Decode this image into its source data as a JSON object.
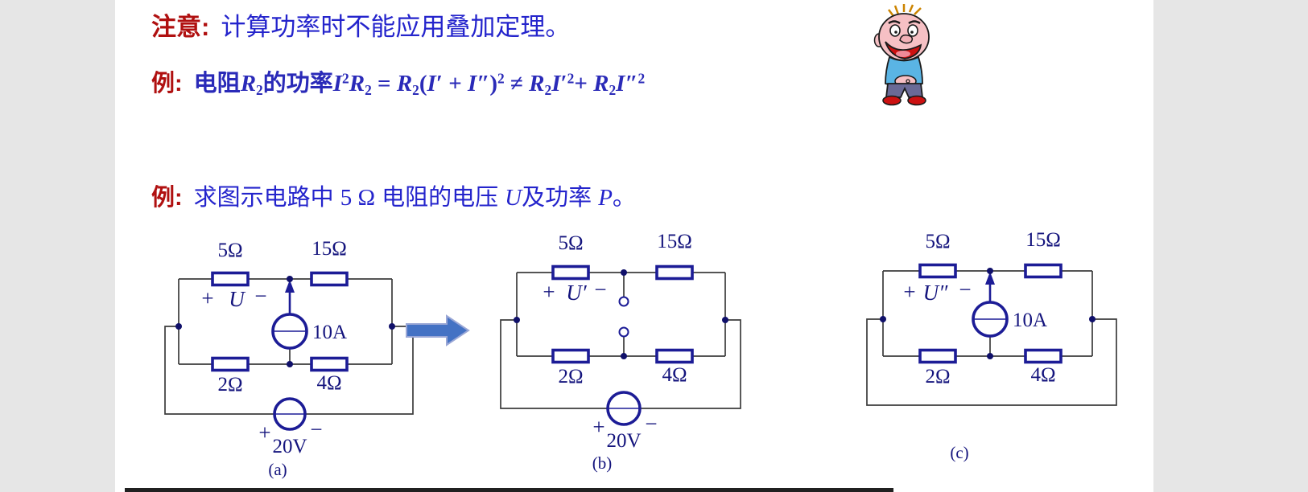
{
  "texts": {
    "note": {
      "label": "注意:",
      "body": "计算功率时不能应用叠加定理。"
    },
    "example1": {
      "label": "例:"
    },
    "example2": {
      "label": "例:",
      "seg1": "求图示电路中 ",
      "seg2": "5 Ω",
      "seg3": " 电阻的电压 ",
      "seg4": "U",
      "seg5": "及功率 ",
      "seg6": "P",
      "seg7": "。"
    }
  },
  "formula_tokens": [
    {
      "t": "cnb",
      "v": "电阻"
    },
    {
      "t": "i",
      "v": "R"
    },
    {
      "t": "sub",
      "v": "2"
    },
    {
      "t": "cnb",
      "v": "的功率"
    },
    {
      "t": "i",
      "v": "I"
    },
    {
      "t": "sup",
      "v": "2"
    },
    {
      "t": "i",
      "v": "R"
    },
    {
      "t": "sub",
      "v": "2"
    },
    {
      "t": "n",
      "v": " = "
    },
    {
      "t": "i",
      "v": "R"
    },
    {
      "t": "sub",
      "v": "2"
    },
    {
      "t": "n",
      "v": "("
    },
    {
      "t": "i",
      "v": "I"
    },
    {
      "t": "n",
      "v": "′ + "
    },
    {
      "t": "i",
      "v": "I"
    },
    {
      "t": "n",
      "v": "″)"
    },
    {
      "t": "sup",
      "v": "2"
    },
    {
      "t": "n",
      "v": " ≠ "
    },
    {
      "t": "i",
      "v": "R"
    },
    {
      "t": "sub",
      "v": "2"
    },
    {
      "t": "i",
      "v": "I"
    },
    {
      "t": "n",
      "v": "′"
    },
    {
      "t": "sup",
      "v": "2"
    },
    {
      "t": "n",
      "v": "+ "
    },
    {
      "t": "i",
      "v": "R"
    },
    {
      "t": "sub",
      "v": "2"
    },
    {
      "t": "i",
      "v": "I"
    },
    {
      "t": "n",
      "v": "″"
    },
    {
      "t": "sup",
      "v": "2"
    }
  ],
  "circuits": {
    "a": {
      "caption": "(a)",
      "r_top_left": "5Ω",
      "r_top_right": "15Ω",
      "r_bottom_left": "2Ω",
      "r_bottom_right": "4Ω",
      "current_source": "10A",
      "voltage_source": "20V",
      "voltage_label": "U",
      "plus": "+",
      "minus": "−"
    },
    "b": {
      "caption": "(b)",
      "r_top_left": "5Ω",
      "r_top_right": "15Ω",
      "r_bottom_left": "2Ω",
      "r_bottom_right": "4Ω",
      "voltage_source": "20V",
      "voltage_label": "U′",
      "plus": "+",
      "minus": "−"
    },
    "c": {
      "caption": "(c)",
      "r_top_left": "5Ω",
      "r_top_right": "15Ω",
      "r_bottom_left": "2Ω",
      "r_bottom_right": "4Ω",
      "current_source": "10A",
      "voltage_label": "U″",
      "plus": "+",
      "minus": "−"
    }
  },
  "colors": {
    "accent_red": "#b01010",
    "text_blue": "#2424cc",
    "formula_blue": "#2a2ab8",
    "circuit_navy": "#14147d",
    "component_navy": "#1c1c96",
    "wire_gray": "#3c3c3c",
    "u_label_red": "#d01010",
    "caption_blue": "#1515d0",
    "transform_arrow_blue": "#4472c4",
    "margin_gray": "#e6e6e6"
  }
}
